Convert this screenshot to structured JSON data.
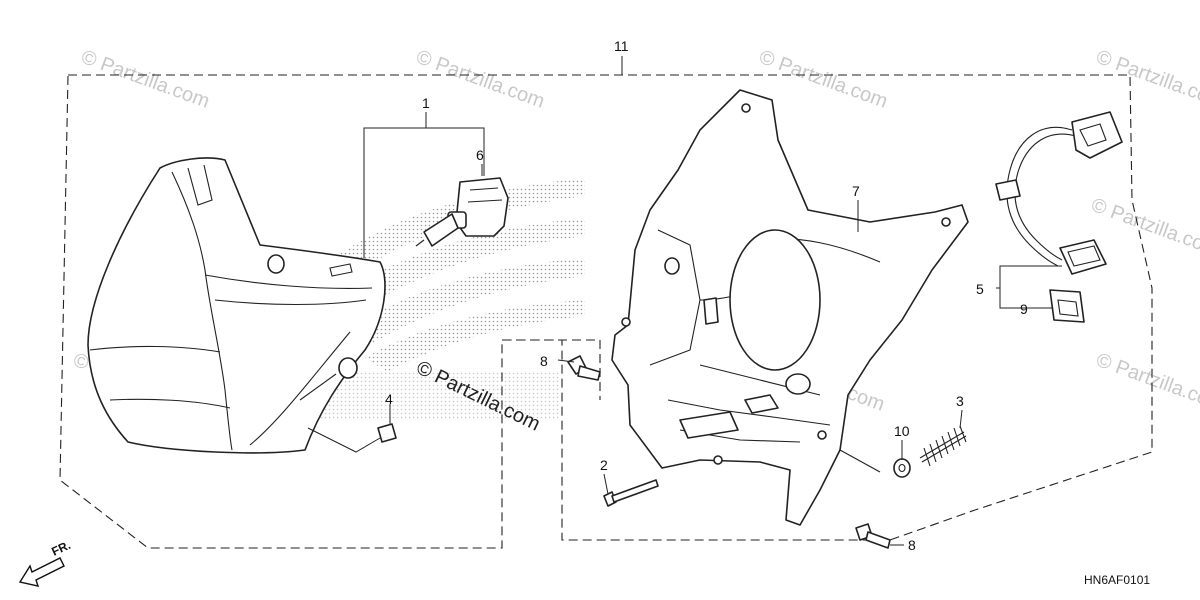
{
  "diagram": {
    "callouts": {
      "c11": "11",
      "c1": "1",
      "c6": "6",
      "c7": "7",
      "c5": "5",
      "c9": "9",
      "c8a": "8",
      "c8b": "8",
      "c4": "4",
      "c2": "2",
      "c10": "10",
      "c3": "3"
    },
    "direction_label": "FR.",
    "diagram_code": "HN6AF0101",
    "watermarks": [
      "© Partzilla.com",
      "© Partzilla.com",
      "© Partzilla.com",
      "© Partzilla.com",
      "© Partzilla.com",
      "© Partzilla.com",
      "© Partzilla.com",
      "© Partzilla.com"
    ],
    "center_watermark": "© Partzilla.com"
  }
}
